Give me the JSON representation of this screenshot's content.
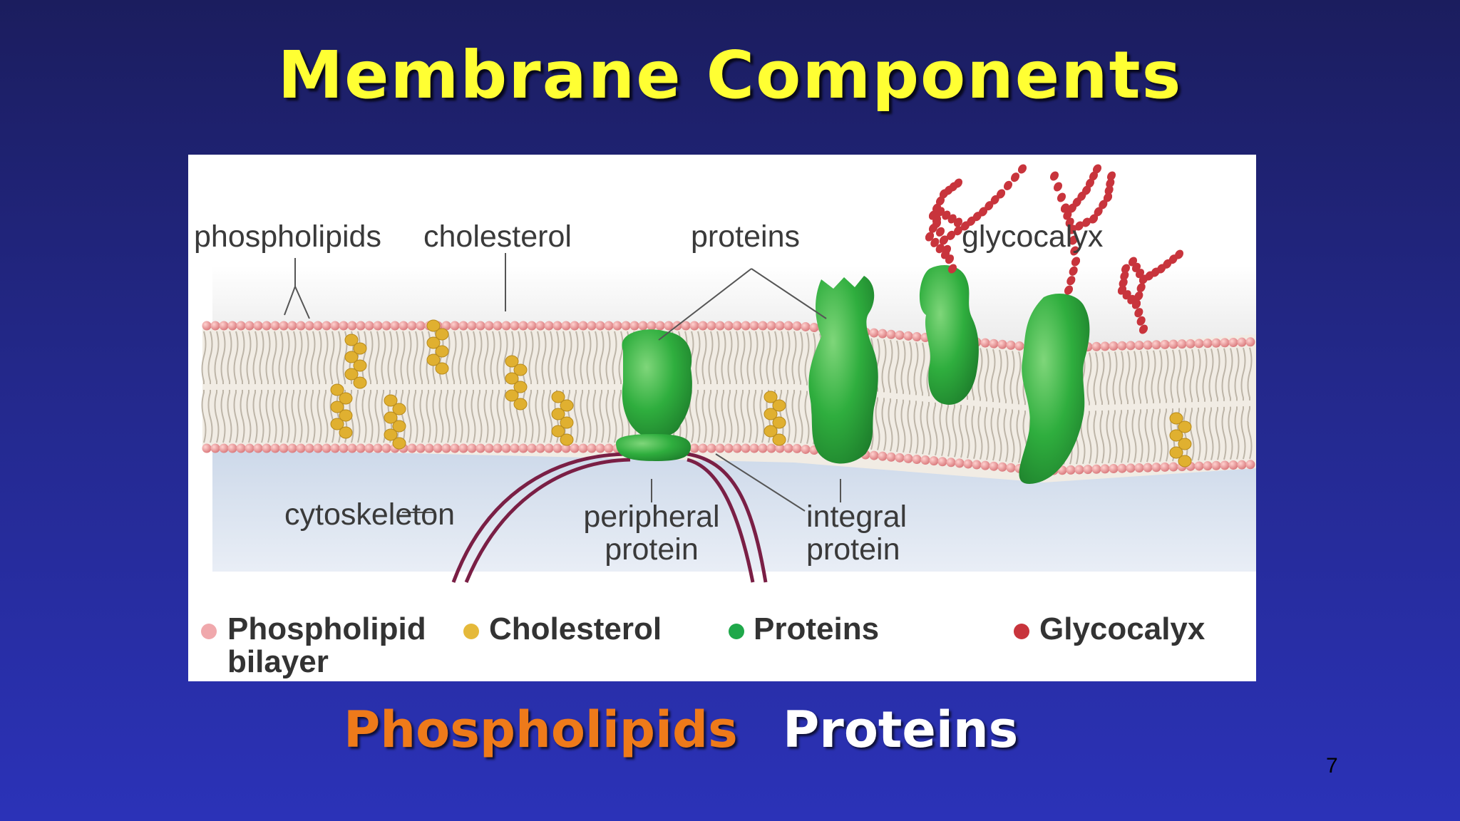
{
  "slide": {
    "title": "Membrane Components",
    "slide_number": "7"
  },
  "figure": {
    "labels": {
      "phospholipids": "phospholipids",
      "cholesterol": "cholesterol",
      "proteins": "proteins",
      "glycocalyx": "glycocalyx",
      "cytoskeleton": "cytoskeleton",
      "peripheral_line1": "peripheral",
      "peripheral_line2": "protein",
      "integral_line1": "integral",
      "integral_line2": "protein"
    },
    "legend": [
      {
        "line1": "Phospholipid",
        "line2": "bilayer",
        "color": "#f0a8ac"
      },
      {
        "line1": "Cholesterol",
        "line2": "",
        "color": "#e5b93a"
      },
      {
        "line1": "Proteins",
        "line2": "",
        "color": "#1fa84a"
      },
      {
        "line1": "Glycocalyx",
        "line2": "",
        "color": "#c8343c"
      }
    ]
  },
  "bottom_words": {
    "left": {
      "text": "Phospholipids",
      "color": "#ee7a1a"
    },
    "right": {
      "text": "Proteins",
      "color": "#ffffff"
    }
  },
  "colors": {
    "title": "#ffff33",
    "background": "#23288a",
    "protein_green": "#2fae3e",
    "cholesterol_gold": "#e0b030",
    "head_pink": "#e0898a",
    "cytoskeleton": "#7a1f45"
  }
}
